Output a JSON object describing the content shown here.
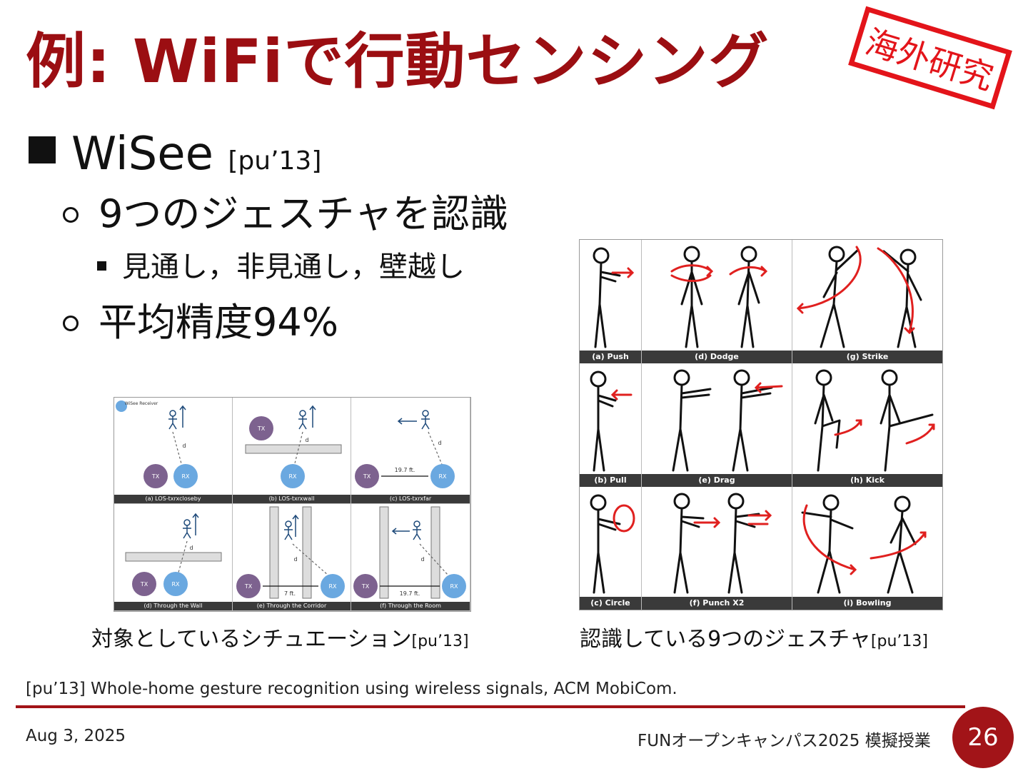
{
  "slide": {
    "title": "例: WiFiで行動センシング",
    "stamp": "海外研究",
    "bullets": {
      "main": "WiSee",
      "main_cite": "[pu’13]",
      "sub1": "9つのジェスチャを認識",
      "sub1_detail": "見通し，非見通し，壁越し",
      "sub2": "平均精度94%"
    },
    "situation_figure": {
      "legend": "WiSee Receiver",
      "node_tx": "TX",
      "node_rx": "RX",
      "dist_label": "d",
      "dist_far": "19.7 ft.",
      "dist_corridor": "7 ft.",
      "panels": [
        "(a) LOS-txrxcloseby",
        "(b) LOS-txrxwall",
        "(c) LOS-txrxfar",
        "(d) Through the Wall",
        "(e) Through the Corridor",
        "(f) Through the Room"
      ]
    },
    "gesture_figure": {
      "cells": [
        "(a) Push",
        "(d) Dodge",
        "(g) Strike",
        "(b) Pull",
        "(e) Drag",
        "(h) Kick",
        "(c) Circle",
        "(f) Punch X2",
        "(i) Bowling"
      ]
    },
    "caption_left": "対象としているシチュエーション",
    "caption_left_cite": "[pu’13]",
    "caption_right": "認識している9つのジェスチャ",
    "caption_right_cite": "[pu’13]",
    "reference": "[pu’13] Whole-home gesture recognition using wireless signals, ACM MobiCom.",
    "footer": {
      "date": "Aug 3, 2025",
      "event": "FUNオープンキャンパス2025 模擬授業",
      "page": "26"
    },
    "colors": {
      "title": "#9b0e12",
      "stamp": "#e3141a",
      "accent": "#a21418",
      "tx": "#7d628f",
      "rx": "#6aa8e0",
      "gesture_arrow": "#e0201f"
    }
  }
}
